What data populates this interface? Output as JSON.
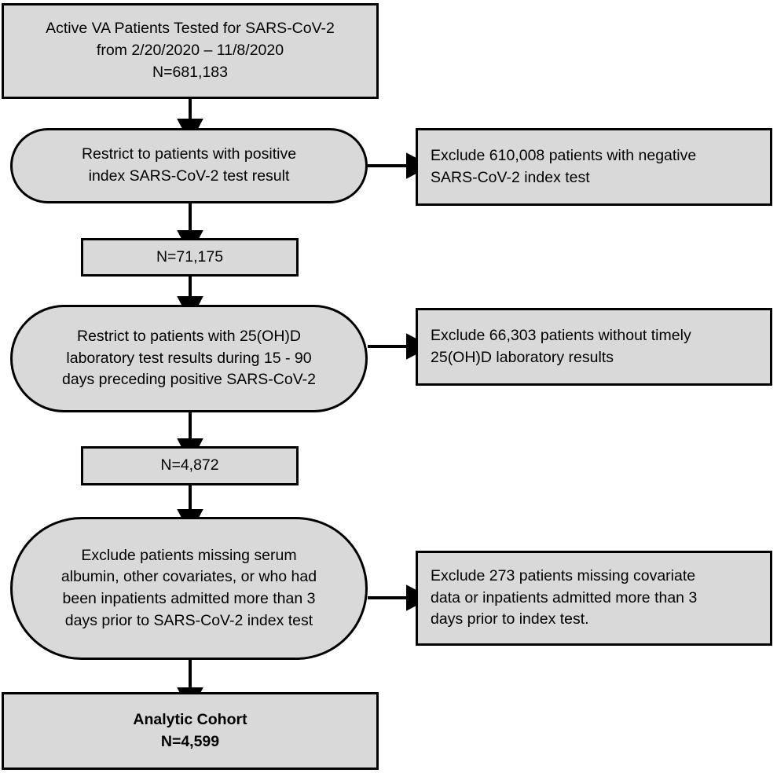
{
  "figure": {
    "type": "flow-diagram",
    "title": "Cohort selection flow diagram",
    "palette": {
      "node_fill": "#D9D9D9",
      "node_stroke": "#000000",
      "background": "#FFFFFF",
      "text": "#000000"
    }
  },
  "nodes": {
    "source_population": {
      "shape": "rectangle",
      "text": "Active VA Patients Tested for SARS-CoV-2\nfrom 2/20/2020 – 11/8/2020\nN=681,183",
      "line1": "Active VA Patients Tested for SARS-CoV-2",
      "line2": "from 2/20/2020 – 11/8/2020",
      "line3": "N=681,183",
      "n_value": "681,183",
      "date_start": "2/20/2020",
      "date_end": "11/8/2020"
    },
    "step1_restrict": {
      "shape": "stadium",
      "text": "Restrict to patients with positive\nindex SARS-CoV-2 test result"
    },
    "step1_exclude": {
      "shape": "rectangle",
      "text": "Exclude 610,008 patients with negative\nSARS-CoV-2 index test",
      "excluded_n": "610,008"
    },
    "count1": {
      "shape": "rectangle",
      "text": "N=71,175",
      "n_value": "71,175"
    },
    "step2_restrict": {
      "shape": "stadium",
      "text": "Restrict to patients with 25(OH)D\nlaboratory test results during 15 - 90\ndays preceding positive SARS-CoV-2"
    },
    "step2_exclude": {
      "shape": "rectangle",
      "text": "Exclude 66,303 patients without timely\n25(OH)D laboratory results",
      "excluded_n": "66,303"
    },
    "count2": {
      "shape": "rectangle",
      "text": "N=4,872",
      "n_value": "4,872"
    },
    "step3_restrict": {
      "shape": "stadium",
      "text": "Exclude patients missing serum\nalbumin, other covariates, or who had\nbeen inpatients admitted more than 3\ndays prior to SARS-CoV-2 index test"
    },
    "step3_exclude": {
      "shape": "rectangle",
      "text": "Exclude 273 patients missing covariate\ndata or inpatients admitted more than 3\ndays prior to index test.",
      "excluded_n": "273"
    },
    "final_cohort": {
      "shape": "rectangle",
      "text": "Analytic Cohort\nN=4,599",
      "label": "Analytic Cohort",
      "n_value": "4,599"
    }
  }
}
